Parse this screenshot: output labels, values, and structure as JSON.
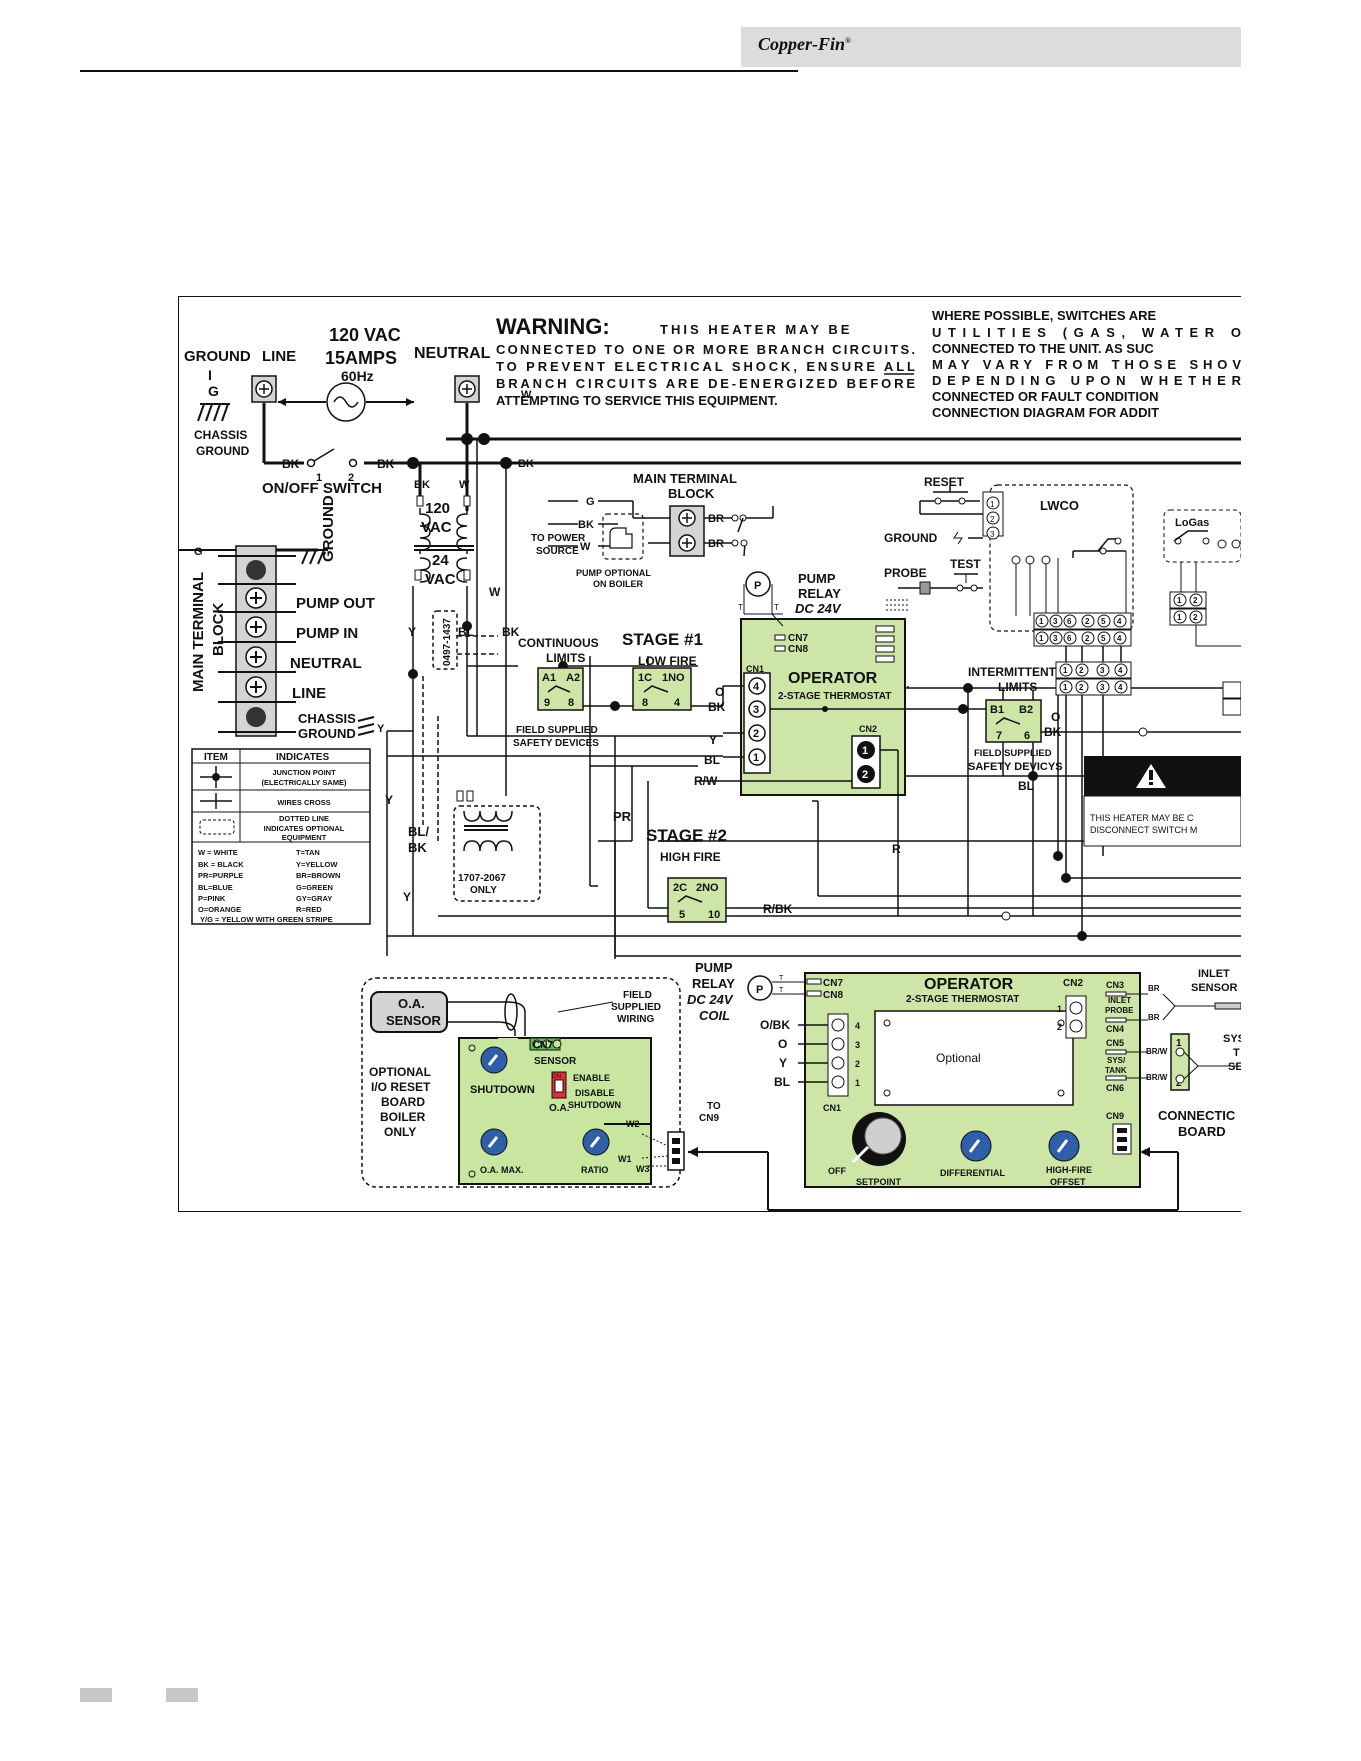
{
  "header": {
    "title": "Copper-Fin",
    "reg": "®"
  },
  "diagram": {
    "warning": {
      "title": "WARNING:",
      "lines": [
        "THIS HEATER MAY BE",
        "CONNECTED TO ONE OR MORE BRANCH CIRCUITS.",
        "TO PREVENT ELECTRICAL SHOCK, ENSURE ALL",
        "BRANCH CIRCUITS ARE DE-ENERGIZED BEFORE",
        "ATTEMPTING TO SERVICE THIS EQUIPMENT."
      ]
    },
    "switch_note": [
      "WHERE POSSIBLE, SWITCHES ARE",
      "UTILITIES (GAS, WATER O",
      "CONNECTED TO THE UNIT. AS SUC",
      "MAY VARY FROM THOSE SHOV",
      "DEPENDING UPON WHETHER",
      "CONNECTED OR FAULT CONDITION",
      "CONNECTION DIAGRAM FOR ADDIT"
    ],
    "supply": {
      "volts": "120 VAC",
      "amps": "15AMPS",
      "hz": "60Hz",
      "ground": "GROUND",
      "line": "LINE",
      "neutral": "NEUTRAL",
      "i": "I",
      "g": "G"
    },
    "chassis_ground": [
      "CHASSIS",
      "GROUND"
    ],
    "on_off_switch": "ON/OFF SWITCH",
    "switch_terms": [
      "1",
      "2"
    ],
    "wire_labels": {
      "w": "W",
      "bk": "BK",
      "g": "G",
      "y": "Y",
      "bl": "BL",
      "br": "BR",
      "pr": "PR",
      "r": "R",
      "rw": "R/W",
      "rbk": "R/BK",
      "o": "O",
      "obk": "O/BK",
      "blbk": "BL/",
      "bk2": "BK",
      "t": "T",
      "brw": "BR/W"
    },
    "transformer": {
      "v120": "120",
      "vac": "VAC",
      "v24": "24",
      "vac2": "VAC"
    },
    "main_terminal_left": {
      "title": [
        "MAIN TERMINAL",
        "BLOCK"
      ],
      "rows": [
        "GROUND",
        "PUMP OUT",
        "PUMP IN",
        "NEUTRAL",
        "LINE"
      ],
      "chassis": [
        "CHASSIS",
        "GROUND"
      ]
    },
    "main_terminal_top": {
      "title": [
        "MAIN TERMINAL",
        "BLOCK"
      ],
      "power": [
        "TO POWER",
        "SOURCE"
      ],
      "pump_opt": [
        "PUMP OPTIONAL",
        "ON BOILER"
      ]
    },
    "pump_relay": {
      "title": [
        "PUMP",
        "RELAY",
        "DC 24V",
        "COIL"
      ],
      "p": "P"
    },
    "cn": {
      "cn7": "CN7",
      "cn8": "CN8",
      "cn1": "CN1",
      "cn2": "CN2",
      "cn3": "CN3",
      "cn4": "CN4",
      "cn5": "CN5",
      "cn6": "CN6",
      "cn9": "CN9"
    },
    "operator": {
      "title": "OPERATOR",
      "subtitle": "2-STAGE THERMOSTAT"
    },
    "continuous_limits": {
      "title": [
        "CONTINUOUS",
        "LIMITS"
      ],
      "terms": [
        "A1",
        "A2",
        "9",
        "8"
      ],
      "field": [
        "FIELD SUPPLIED",
        "SAFETY DEVICES"
      ]
    },
    "stage1": {
      "title": "STAGE #1",
      "sub": "LOW FIRE",
      "terms": [
        "1C",
        "1NO",
        "8",
        "4"
      ]
    },
    "stage2": {
      "title": "STAGE #2",
      "sub": "HIGH FIRE",
      "terms": [
        "2C",
        "2NO",
        "5",
        "10"
      ]
    },
    "intermittent": {
      "title": [
        "INTERMITTENT",
        "LIMITS"
      ],
      "terms": [
        "B1",
        "B2",
        "7",
        "6"
      ],
      "field": "FIELD SUPPLIED",
      "safety": "SAFETY DEVICYS",
      "bl": "BL"
    },
    "optional_ids": {
      "v1": "0497-1437",
      "v2": [
        "1707-2067",
        "ONLY"
      ]
    },
    "lwco": {
      "reset": "RESET",
      "ground": "GROUND",
      "probe": "PROBE",
      "test": "TEST",
      "title": "LWCO",
      "logas": "LoGas"
    },
    "legend": {
      "h_item": "ITEM",
      "h_indicates": "INDICATES",
      "junction": [
        "JUNCTION POINT",
        "(ELECTRICALLY SAME)"
      ],
      "cross": "WIRES CROSS",
      "dotted": [
        "DOTTED LINE",
        "INDICATES OPTIONAL",
        "EQUIPMENT"
      ],
      "codes_left": [
        "W = WHITE",
        "BK = BLACK",
        "PR=PURPLE",
        "BL=BLUE",
        "P=PINK",
        "O=ORANGE"
      ],
      "codes_right": [
        "T=TAN",
        "Y=YELLOW",
        "BR=BROWN",
        "G=GREEN",
        "GY=GRAY",
        "R=RED"
      ],
      "yg": "Y/G = YELLOW WITH GREEN STRIPE"
    },
    "io_board": {
      "oa_sensor": [
        "O.A.",
        "SENSOR"
      ],
      "optional": [
        "OPTIONAL",
        "I/O RESET",
        "BOARD",
        "BOILER",
        "ONLY"
      ],
      "field_wiring": [
        "FIELD",
        "SUPPLIED",
        "WIRING"
      ],
      "cn7": "CN7",
      "sensor": "SENSOR",
      "shutdown": "SHUTDOWN",
      "enable": "ENABLE",
      "disable": "DISABLE",
      "shutdown2": "SHUTDOWN",
      "on": "ON",
      "oa": "O.A.",
      "oa_max": "O.A. MAX.",
      "ratio": "RATIO",
      "w1": "W1",
      "w2": "W2",
      "w3": "W3",
      "to_cn9": [
        "TO",
        "CN9"
      ]
    },
    "operator2": {
      "title": "OPERATOR",
      "subtitle": "2-STAGE THERMOSTAT",
      "optional": "Optional",
      "inlet_probe": [
        "INLET",
        "PROBE"
      ],
      "sys_tank": [
        "SYS/",
        "TANK"
      ],
      "off": "OFF",
      "setpoint": "SETPOINT",
      "differential": "DIFFERENTIAL",
      "hf": [
        "HIGH-FIRE",
        "OFFSET"
      ],
      "pins": [
        "4",
        "3",
        "2",
        "1"
      ],
      "cn2pins": [
        "1",
        "2"
      ]
    },
    "inlet_sensor": [
      "INLET",
      "SENSOR"
    ],
    "sys_sensor": [
      "SYS",
      "T",
      "SE"
    ],
    "connection_board": [
      "CONNECTIC",
      "BOARD"
    ],
    "right_warning": [
      "THIS HEATER MAY BE C",
      "DISCONNECT SWITCH M"
    ]
  },
  "colors": {
    "board": "#cde6a8",
    "io_board": "#c8e6a0",
    "knob": "#2f5fa8",
    "gray": "#d4d4d4",
    "warn_red": "#e03030"
  }
}
